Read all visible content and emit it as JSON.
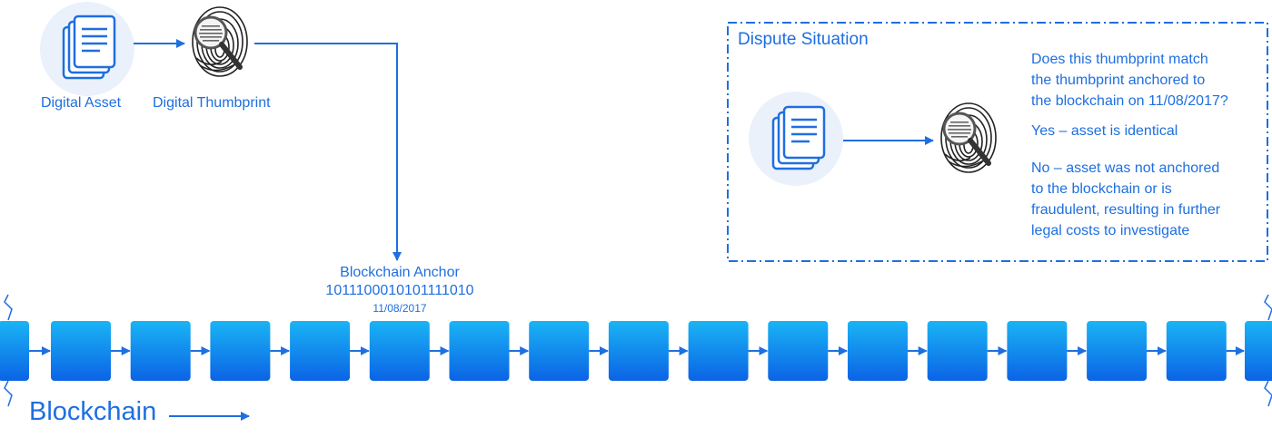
{
  "flow": {
    "asset_label": "Digital Asset",
    "thumbprint_label": "Digital Thumbprint"
  },
  "anchor": {
    "title": "Blockchain Anchor",
    "hash": "1011100010101111010",
    "date": "11/08/2017"
  },
  "dispute": {
    "title": "Dispute Situation",
    "question": [
      "Does this thumbprint match",
      "the thumbprint anchored to",
      "the blockchain on 11/08/2017?"
    ],
    "yes": "Yes – asset is identical",
    "no": [
      "No – asset was not anchored",
      "to the blockchain or is",
      "fraudulent, resulting in further",
      "legal costs to investigate"
    ]
  },
  "chain": {
    "title": "Blockchain",
    "block_count": 17
  },
  "colors": {
    "accent": "#1e6fe0",
    "block_top": "#1ab4f5",
    "block_bottom": "#0b63e5",
    "circle": "#eaf1fb"
  }
}
